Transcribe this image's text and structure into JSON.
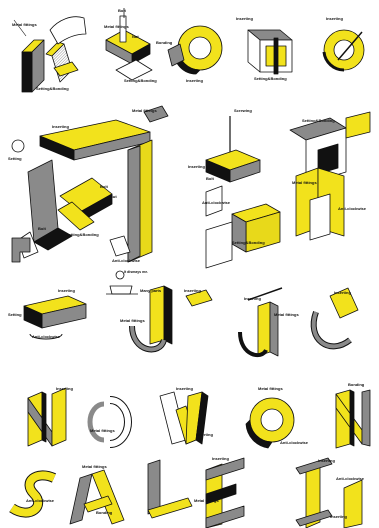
{
  "colors": {
    "yellow": "#f2e21c",
    "black": "#111111",
    "gray": "#8a8a8a",
    "paper": "#ffffff"
  },
  "labels": {
    "metal_fittings": "Metal fittings",
    "metal_fittings_2": "Metal fittings",
    "metal_fittings_3": "Metal fittings",
    "metal_fittings_4": "Metal fittings",
    "metal_fittings_5": "Metal fittings",
    "metal_fittings_6": "Metal fittings",
    "metal_fittings_7": "Metal fittings",
    "metal_fittings_8": "Metal fittings",
    "metal_fittings_9": "Metal fittings",
    "metal_fittings_10": "Metal fittings",
    "bolt": "Bolt",
    "bolt_2": "Bolt",
    "bolt_3": "Bolt",
    "bolt_4": "Bolt",
    "nut": "Nut",
    "nut_2": "Nut",
    "inserting": "Inserting",
    "inserting_2": "Inserting",
    "inserting_3": "Inserting",
    "inserting_4": "Inserting",
    "inserting_5": "Inserting",
    "inserting_6": "Inserting",
    "inserting_7": "Inserting",
    "inserting_8": "Inserting",
    "inserting_9": "Inserting",
    "inserting_10": "Inserting",
    "inserting_11": "Inserting",
    "inserting_12": "Inserting",
    "inserting_13": "Inserting",
    "inserting_14": "Inserting",
    "inserting_15": "Inserting",
    "setting_bonding": "Setting&Bonding",
    "setting_bonding_2": "Setting&Bonding",
    "setting_bonding_3": "Setting&Bonding",
    "setting_bonding_4": "Setting&Bonding",
    "setting_bonding_5": "Setting&Bonding",
    "setting_bonding_6": "Setting&Bonding",
    "setting": "Setting",
    "setting_2": "Setting",
    "bonding": "Bonding",
    "bonding_2": "Bonding",
    "bonding_3": "Bonding",
    "anti_clockwise": "Anti-clockwise",
    "anti_clockwise_2": "Anti-clockwise",
    "anti_clockwise_3": "Anti-clockwise",
    "anti_clockwise_4": "Anti-clockwise",
    "anti_clockwise_5": "Anti-clockwise",
    "anti_clockwise_6": "Anti-clockwise",
    "anti_clockwise_7": "Anti-clockwise",
    "screwing": "Screwing",
    "many_parts": "Many parts",
    "it_dismays_me": "It dismays me."
  }
}
